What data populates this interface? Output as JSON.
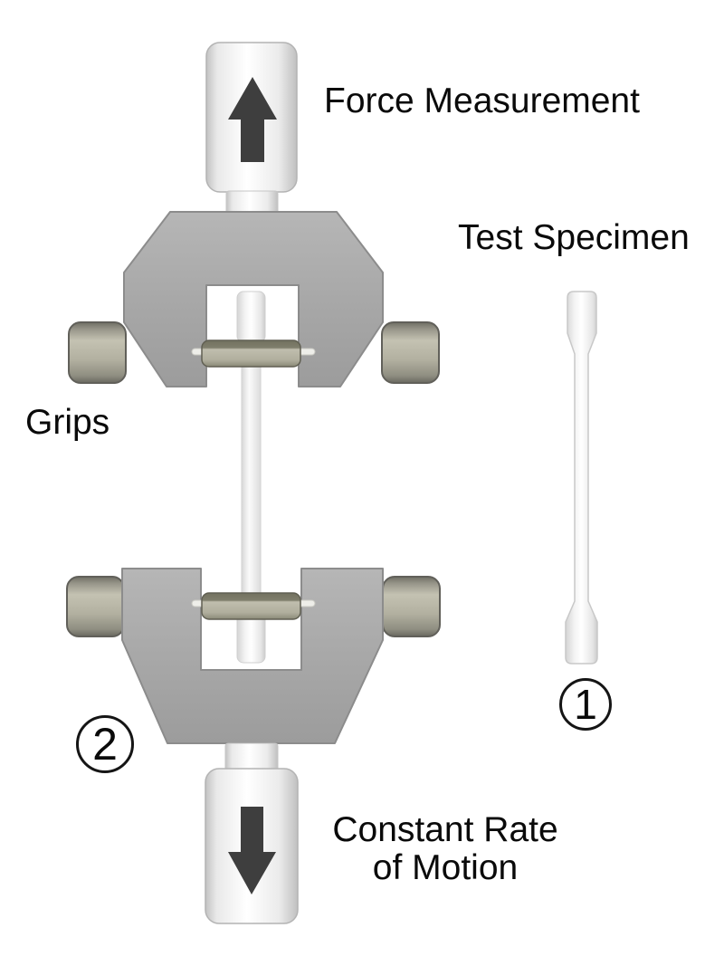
{
  "diagram": {
    "labels": {
      "force_measurement": "Force Measurement",
      "test_specimen": "Test Specimen",
      "grips": "Grips",
      "constant_rate_line1": "Constant Rate",
      "constant_rate_line2": "of Motion"
    },
    "callouts": {
      "specimen_number": "1",
      "grips_number": "2"
    },
    "icons": {
      "up_arrow": "↑",
      "down_arrow": "↓"
    },
    "colors": {
      "background": "#ffffff",
      "grip_gray": "#a8a8a8",
      "knob_khaki": "#b2b0a0",
      "clamp_khaki": "#b0ae9d",
      "arrow_dark": "#3e3e3e",
      "metal_white": "#f7f7f7",
      "outline_gray": "#8c8c8c",
      "text": "#000000"
    }
  }
}
